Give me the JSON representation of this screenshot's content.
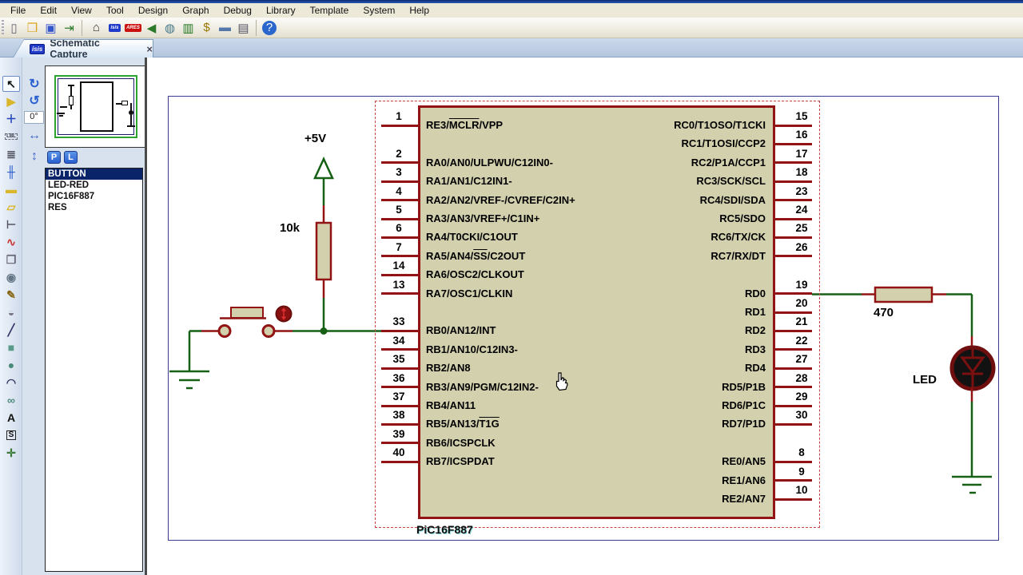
{
  "window": {
    "menu_items": [
      "File",
      "Edit",
      "View",
      "Tool",
      "Design",
      "Graph",
      "Debug",
      "Library",
      "Template",
      "System",
      "Help"
    ]
  },
  "toolbar": {
    "icons": [
      {
        "name": "new-file",
        "glyph": "▯",
        "fg": "#667"
      },
      {
        "name": "open-folder",
        "glyph": "❒",
        "fg": "#d9a41b"
      },
      {
        "name": "save",
        "glyph": "▣",
        "fg": "#3355cc"
      },
      {
        "name": "import-door",
        "glyph": "⇥",
        "fg": "#2a7a2a"
      },
      {
        "name": "separator"
      },
      {
        "name": "home",
        "glyph": "⌂",
        "fg": "#333"
      },
      {
        "name": "isis-app",
        "text": "isis",
        "bg": "#1f39c8"
      },
      {
        "name": "ares-app",
        "text": "ARES",
        "bg": "#cc1111"
      },
      {
        "name": "announce-horn",
        "glyph": "◀",
        "fg": "#2a7a2a"
      },
      {
        "name": "web-globe",
        "glyph": "◍",
        "fg": "#447788"
      },
      {
        "name": "refresh-document",
        "glyph": "▥",
        "fg": "#227722"
      },
      {
        "name": "bom-dollar",
        "glyph": "$",
        "fg": "#997700"
      },
      {
        "name": "gerber-bar",
        "glyph": "▬",
        "fg": "#5577aa"
      },
      {
        "name": "notes-document",
        "glyph": "▤",
        "fg": "#556"
      },
      {
        "name": "separator"
      },
      {
        "name": "help",
        "glyph": "?",
        "fg": "#fff",
        "bg": "#2a66cc",
        "round": true
      }
    ]
  },
  "tab": {
    "icon_text": "isis",
    "label": "Schematic Capture",
    "close_glyph": "×"
  },
  "sidebar": {
    "tools": [
      {
        "name": "selection-pointer",
        "glyph": "↖",
        "color": "#111",
        "selected": true
      },
      {
        "name": "component-mode",
        "glyph": "▶",
        "color": "#d9b62a"
      },
      {
        "name": "junction-dot-mode",
        "glyph": "＋",
        "color": "#2244bb"
      },
      {
        "name": "wire-label-mode",
        "glyph": "LBL",
        "color": "#334",
        "boxed": true
      },
      {
        "name": "text-script-mode",
        "glyph": "≣",
        "color": "#445"
      },
      {
        "name": "bus-mode",
        "glyph": "╫",
        "color": "#2255cc"
      },
      {
        "name": "subcircuit-mode",
        "glyph": "▬",
        "color": "#d9b62a"
      },
      {
        "name": "terminal-mode",
        "glyph": "▱",
        "color": "#d9b62a"
      },
      {
        "name": "device-pin-mode",
        "glyph": "⊢",
        "color": "#556"
      },
      {
        "name": "graph-mode",
        "glyph": "∿",
        "color": "#cc3333"
      },
      {
        "name": "popup-mode",
        "glyph": "❐",
        "color": "#667"
      },
      {
        "name": "generator-mode",
        "glyph": "◉",
        "color": "#667788"
      },
      {
        "name": "voltage-probe-mode",
        "glyph": "✎",
        "color": "#886611"
      },
      {
        "name": "current-probe-mode",
        "glyph": "◒",
        "color": "#778"
      },
      {
        "name": "line-2d",
        "glyph": "╱",
        "color": "#336"
      },
      {
        "name": "box-2d",
        "glyph": "■",
        "color": "#5a9a8a"
      },
      {
        "name": "circle-2d",
        "glyph": "●",
        "color": "#4a8a7a"
      },
      {
        "name": "arc-2d",
        "glyph": "◠",
        "color": "#336"
      },
      {
        "name": "path-2d",
        "glyph": "∞",
        "color": "#4a8a7a"
      },
      {
        "name": "text-2d",
        "glyph": "A",
        "color": "#111"
      },
      {
        "name": "symbol-2d",
        "glyph": "S",
        "color": "#111",
        "sym": true
      },
      {
        "name": "marker-2d",
        "glyph": "✛",
        "color": "#3a7a3a"
      }
    ],
    "rotate": {
      "cw": "↻",
      "ccw": "↺",
      "angle": "0°",
      "mirror_h": "↔",
      "mirror_v": "↕"
    },
    "selector": {
      "p": "P",
      "l": "L"
    },
    "component_list": {
      "items": [
        "BUTTON",
        "LED-RED",
        "PIC16F887",
        "RES"
      ],
      "selected_index": 0
    }
  },
  "schematic": {
    "labels": {
      "power": "+5V",
      "pullup_resistor": "10k",
      "series_resistor": "470",
      "led": "LED"
    },
    "chip": {
      "ref_label": "PiC16F887",
      "left_pins": [
        {
          "num": "1",
          "label": "RE3/MCLR/VPP",
          "overline": "MCLR",
          "row": 0
        },
        {
          "num": "2",
          "label": "RA0/AN0/ULPWU/C12IN0-",
          "row": 2
        },
        {
          "num": "3",
          "label": "RA1/AN1/C12IN1-",
          "row": 3
        },
        {
          "num": "4",
          "label": "RA2/AN2/VREF-/CVREF/C2IN+",
          "row": 4
        },
        {
          "num": "5",
          "label": "RA3/AN3/VREF+/C1IN+",
          "row": 5
        },
        {
          "num": "6",
          "label": "RA4/T0CKI/C1OUT",
          "row": 6
        },
        {
          "num": "7",
          "label": "RA5/AN4/SS/C2OUT",
          "overline": "SS",
          "row": 7
        },
        {
          "num": "14",
          "label": "RA6/OSC2/CLKOUT",
          "row": 8
        },
        {
          "num": "13",
          "label": "RA7/OSC1/CLKIN",
          "row": 9
        },
        {
          "num": "33",
          "label": "RB0/AN12/INT",
          "row": 11
        },
        {
          "num": "34",
          "label": "RB1/AN10/C12IN3-",
          "row": 12
        },
        {
          "num": "35",
          "label": "RB2/AN8",
          "row": 13
        },
        {
          "num": "36",
          "label": "RB3/AN9/PGM/C12IN2-",
          "row": 14
        },
        {
          "num": "37",
          "label": "RB4/AN11",
          "row": 15
        },
        {
          "num": "38",
          "label": "RB5/AN13/T1G",
          "overline": "T1G",
          "row": 16
        },
        {
          "num": "39",
          "label": "RB6/ICSPCLK",
          "row": 17
        },
        {
          "num": "40",
          "label": "RB7/ICSPDAT",
          "row": 18
        }
      ],
      "right_pins": [
        {
          "num": "15",
          "label": "RC0/T1OSO/T1CKI",
          "row": 0
        },
        {
          "num": "16",
          "label": "RC1/T1OSI/CCP2",
          "row": 1
        },
        {
          "num": "17",
          "label": "RC2/P1A/CCP1",
          "row": 2
        },
        {
          "num": "18",
          "label": "RC3/SCK/SCL",
          "row": 3
        },
        {
          "num": "23",
          "label": "RC4/SDI/SDA",
          "row": 4
        },
        {
          "num": "24",
          "label": "RC5/SDO",
          "row": 5
        },
        {
          "num": "25",
          "label": "RC6/TX/CK",
          "row": 6
        },
        {
          "num": "26",
          "label": "RC7/RX/DT",
          "row": 7
        },
        {
          "num": "19",
          "label": "RD0",
          "row": 9
        },
        {
          "num": "20",
          "label": "RD1",
          "row": 10
        },
        {
          "num": "21",
          "label": "RD2",
          "row": 11
        },
        {
          "num": "22",
          "label": "RD3",
          "row": 12
        },
        {
          "num": "27",
          "label": "RD4",
          "row": 13
        },
        {
          "num": "28",
          "label": "RD5/P1B",
          "row": 14
        },
        {
          "num": "29",
          "label": "RD6/P1C",
          "row": 15
        },
        {
          "num": "30",
          "label": "RD7/P1D",
          "row": 16
        },
        {
          "num": "8",
          "label": "RE0/AN5",
          "row": 18
        },
        {
          "num": "9",
          "label": "RE1/AN6",
          "row": 19
        },
        {
          "num": "10",
          "label": "RE2/AN7",
          "row": 20
        }
      ]
    },
    "colors": {
      "wire": "#166016",
      "component": "#911313",
      "body_fill": "#d3d0ae",
      "selection": "#cc4040",
      "led_body": "#121212"
    }
  }
}
